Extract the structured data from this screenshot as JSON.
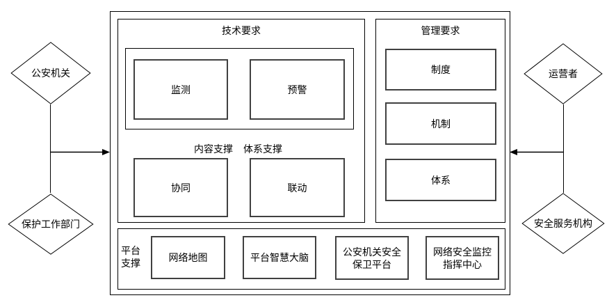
{
  "nodes": {
    "public_security_organ": "公安机关",
    "protection_department": "保护工作部门",
    "operator": "运营者",
    "security_service_agency": "安全服务机构"
  },
  "technical": {
    "title": "技术要求",
    "monitoring": "监测",
    "early_warning": "预警",
    "coordination": "协同",
    "linkage": "联动",
    "content_support_label": "内容支撑",
    "system_support_label": "体系支撑"
  },
  "management": {
    "title": "管理要求",
    "items": [
      "制度",
      "机制",
      "体系"
    ]
  },
  "platform": {
    "label": {
      "line1": "平台",
      "line2": "支撑"
    },
    "items": [
      {
        "line1": "网络地图",
        "line2": ""
      },
      {
        "line1": "平台智慧大脑",
        "line2": ""
      },
      {
        "line1": "公安机关安全",
        "line2": "保卫平台"
      },
      {
        "line1": "网络安全监控",
        "line2": "指挥中心"
      }
    ]
  },
  "colors": {
    "line": "#000000",
    "leaf_border": "#404040",
    "background": "#ffffff"
  }
}
